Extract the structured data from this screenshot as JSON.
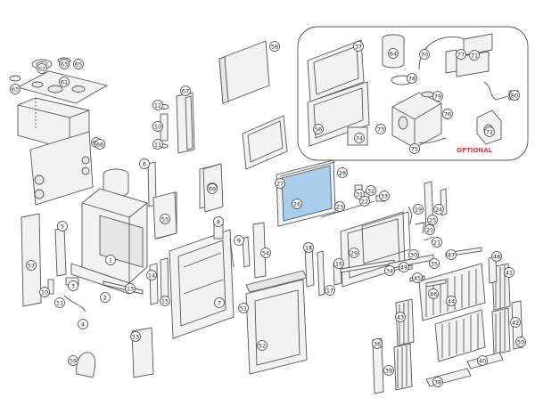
{
  "optional_label": "OPTIONAL",
  "highlight_color": "#a9cdea",
  "optional_color": "#e04040",
  "callouts": [
    {
      "label": "62"
    },
    {
      "label": "63"
    },
    {
      "label": "63"
    },
    {
      "label": "61"
    },
    {
      "label": "65"
    },
    {
      "label": "60"
    },
    {
      "label": "12"
    },
    {
      "label": "10"
    },
    {
      "label": "11"
    },
    {
      "label": "67"
    },
    {
      "label": "6"
    },
    {
      "label": "68"
    },
    {
      "label": "66"
    },
    {
      "label": "55"
    },
    {
      "label": "5"
    },
    {
      "label": "1"
    },
    {
      "label": "57"
    },
    {
      "label": "10"
    },
    {
      "label": "13"
    },
    {
      "label": "11"
    },
    {
      "label": "4"
    },
    {
      "label": "2"
    },
    {
      "label": "3"
    },
    {
      "label": "15"
    },
    {
      "label": "14"
    },
    {
      "label": "8"
    },
    {
      "label": "9"
    },
    {
      "label": "7"
    },
    {
      "label": "58"
    },
    {
      "label": "69"
    },
    {
      "label": "59"
    },
    {
      "label": "54"
    },
    {
      "label": "51"
    },
    {
      "label": "52"
    },
    {
      "label": "53"
    },
    {
      "label": "56"
    },
    {
      "label": "37"
    },
    {
      "label": "28"
    },
    {
      "label": "27"
    },
    {
      "label": "26"
    },
    {
      "label": "23"
    },
    {
      "label": "31"
    },
    {
      "label": "32"
    },
    {
      "label": "33"
    },
    {
      "label": "22"
    },
    {
      "label": "30"
    },
    {
      "label": "29"
    },
    {
      "label": "18"
    },
    {
      "label": "17"
    },
    {
      "label": "16"
    },
    {
      "label": "24"
    },
    {
      "label": "19"
    },
    {
      "label": "20"
    },
    {
      "label": "21"
    },
    {
      "label": "25"
    },
    {
      "label": "34"
    },
    {
      "label": "35"
    },
    {
      "label": "47"
    },
    {
      "label": "48"
    },
    {
      "label": "41"
    },
    {
      "label": "49"
    },
    {
      "label": "45"
    },
    {
      "label": "46"
    },
    {
      "label": "44"
    },
    {
      "label": "43"
    },
    {
      "label": "42"
    },
    {
      "label": "39"
    },
    {
      "label": "38"
    },
    {
      "label": "40"
    },
    {
      "label": "36"
    },
    {
      "label": "50"
    },
    {
      "label": "64"
    },
    {
      "label": "70"
    },
    {
      "label": "77"
    },
    {
      "label": "78"
    },
    {
      "label": "76"
    },
    {
      "label": "73"
    },
    {
      "label": "74"
    },
    {
      "label": "75"
    },
    {
      "label": "79"
    },
    {
      "label": "71"
    },
    {
      "label": "72"
    },
    {
      "label": "80"
    }
  ]
}
